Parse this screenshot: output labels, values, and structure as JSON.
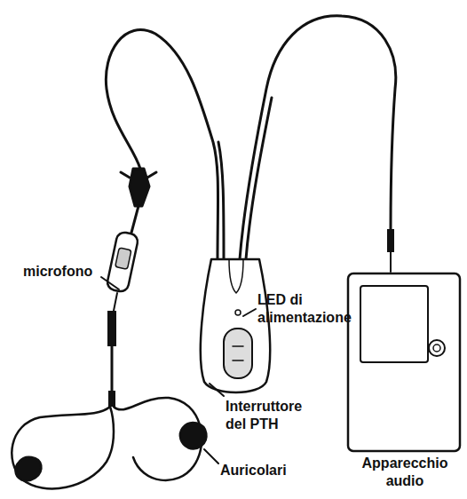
{
  "diagram": {
    "labels": [
      "microfono",
      "LED di alimentazione",
      "Interruttore del PTH",
      "Apparecchio audio",
      "Auricolari"
    ]
  }
}
